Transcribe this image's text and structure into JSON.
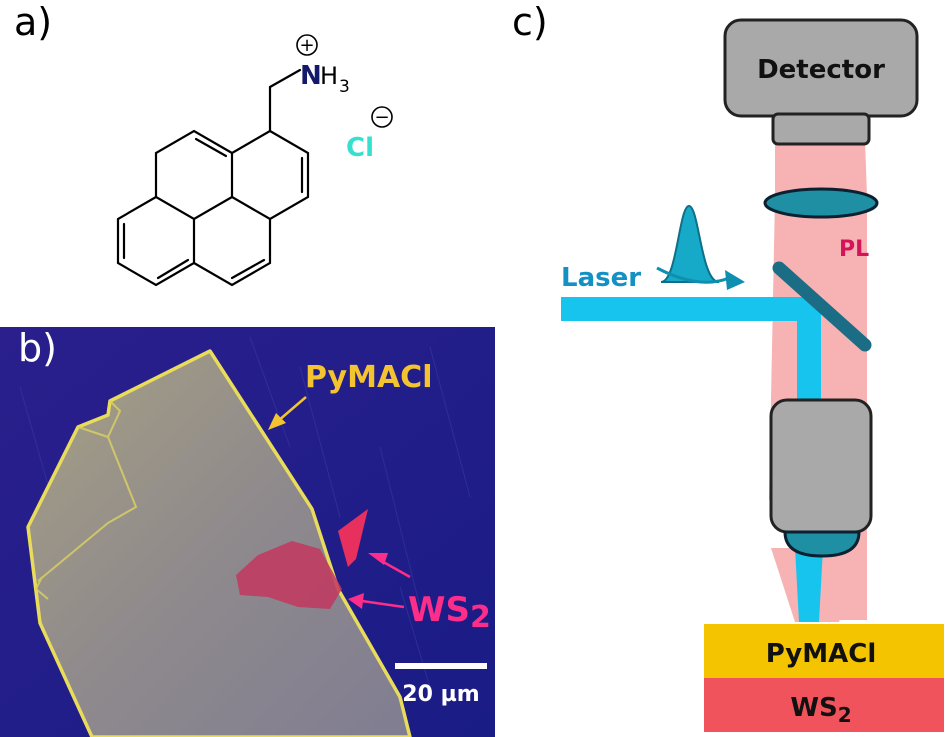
{
  "panels": {
    "a": {
      "label": "a)",
      "cation_atom": "N",
      "cation_h": "H",
      "cation_h_count": "3",
      "cation_charge": "+",
      "anion": "Cl",
      "anion_charge": "−"
    },
    "b": {
      "label": "b)",
      "pymacl_label": "PyMACl",
      "ws2_label": "WS",
      "ws2_sub": "2",
      "scale_bar": "20 µm"
    },
    "c": {
      "label": "c)",
      "detector": "Detector",
      "pl_label": "PL",
      "laser_label": "Laser",
      "layer_top": "PyMACl",
      "layer_bottom": "WS",
      "layer_bottom_sub": "2"
    }
  },
  "colors": {
    "laser_beam": "#17c4ee",
    "pl_beam": "#f7b3b3",
    "optics_gray": "#a9a9a9",
    "lens_teal": "#1f8fa3",
    "pymacl_layer": "#f5c400",
    "ws2_layer": "#f0535b",
    "pymacl_text": "#f4c430",
    "ws2_text": "#ff2d8a",
    "cl_color": "#35e0d0",
    "n_color": "#141a6b",
    "pulse_color": "#0e8fb0",
    "pl_text": "#d4145a"
  }
}
